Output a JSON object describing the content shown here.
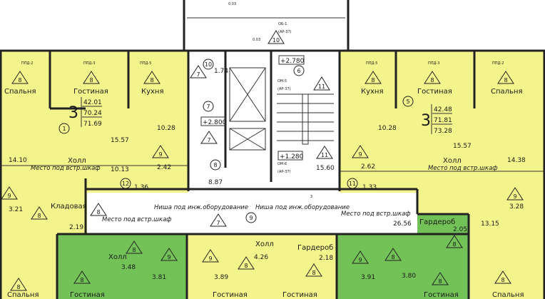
{
  "colors": {
    "apartment_yellow": "#f4f48c",
    "apartment_green": "#72c257",
    "common_white": "#ffffff",
    "walls": "#222222"
  },
  "window_labels": {
    "left_bedroom": "ППД-2",
    "left_living": "ППД-3",
    "left_kitchen": "ППД-5",
    "right_kitchen": "ППД-5",
    "right_living": "ППД-3",
    "right_bedroom": "ППД-2"
  },
  "rooms": {
    "spalnya": "Спальня",
    "gostinaya": "Гостиная",
    "kukhnya": "Кухня",
    "kholl": "Холл",
    "kladovaya": "Кладовая",
    "garderob": "Гардероб",
    "shkaf": "Место под встр.шкаф",
    "nisha": "Ниша под инж.оборудование"
  },
  "apartment_left": {
    "rooms_count": "3",
    "area_living": "42.01",
    "area_total": "70.24",
    "area_total_balcony": "71.69",
    "number": "1"
  },
  "apartment_right": {
    "rooms_count": "3",
    "area_living": "42.48",
    "area_total": "71.81",
    "area_total_balcony": "73.28",
    "number": "5"
  },
  "areas": {
    "l_living": "15.57",
    "l_kitchen": "10.28",
    "l_bed": "14.10",
    "l_hall": "10.13",
    "l_bath": "2.42",
    "r_living": "15.57",
    "r_kitchen": "10.28",
    "r_bed": "14.38",
    "r_bath": "2.62",
    "lift_hall": "8.87",
    "vest": "1.74",
    "stair": "15.60",
    "corr_left": "1.36",
    "corr_right": "1.33",
    "corridor": "26.56",
    "bl_bath": "3.21",
    "storage": "2.19",
    "g1_hall": "3.48",
    "g1_bath": "3.81",
    "m_bath": "3.89",
    "m_hall": "4.26",
    "m_garderob": "2.18",
    "g2_bath": "3.91",
    "g2_hall": "3.80",
    "g2_garderob": "2.05",
    "r_hall2": "13.15",
    "br_bath": "3.28",
    "slope": "0.03",
    "slope2": "0.03",
    "small3": "3"
  },
  "levels": {
    "lift": "+2.800",
    "stair_top": "+2.780",
    "stair_mid": "+1.280"
  },
  "codes": {
    "ob1": "ОБ-1",
    "ar37": "(АР-37)",
    "om5": "ОМ-5",
    "om6": "ОМ-6"
  },
  "markers": {
    "m7": "7",
    "m8": "8",
    "m9": "9",
    "m10": "10",
    "m11": "11",
    "c6": "6",
    "c7": "7",
    "c8": "8",
    "c9": "9",
    "c10": "10",
    "c11": "11",
    "c12": "12"
  }
}
